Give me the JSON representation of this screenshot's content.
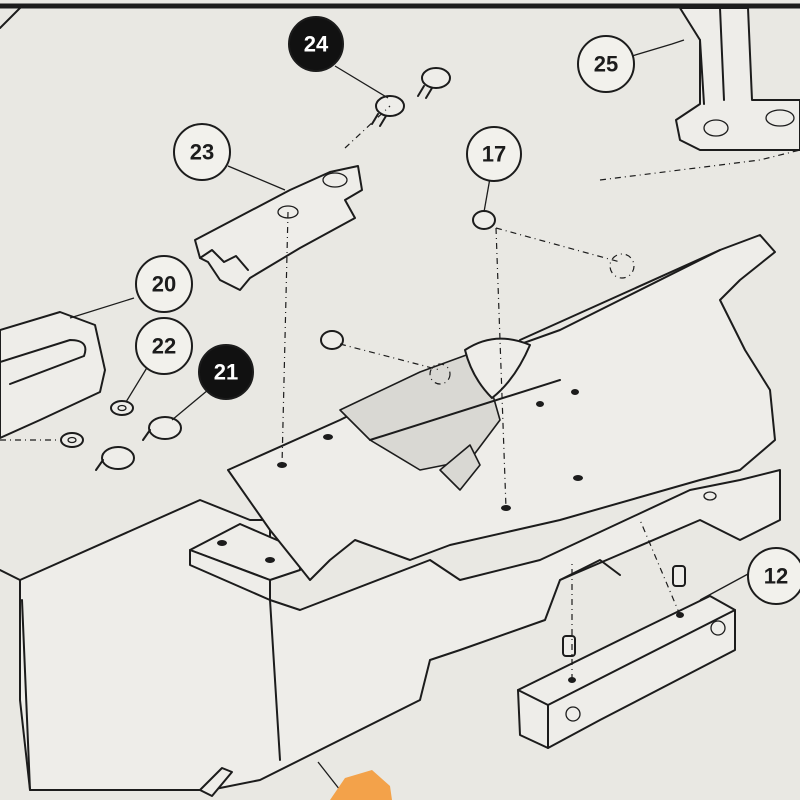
{
  "callouts": [
    {
      "id": "c24",
      "label": "24",
      "inverted": true
    },
    {
      "id": "c25",
      "label": "25",
      "inverted": false
    },
    {
      "id": "c23",
      "label": "23",
      "inverted": false
    },
    {
      "id": "c17",
      "label": "17",
      "inverted": false
    },
    {
      "id": "c20",
      "label": "20",
      "inverted": false
    },
    {
      "id": "c22",
      "label": "22",
      "inverted": false
    },
    {
      "id": "c21",
      "label": "21",
      "inverted": true
    },
    {
      "id": "c12",
      "label": "12",
      "inverted": false
    }
  ],
  "colors": {
    "paper": "#e9e8e3",
    "ink": "#1c1c1c",
    "callout_fill": "#f2f1ec",
    "callout_inverted_fill": "#111111",
    "orange_sticker": "#f3a24a"
  }
}
